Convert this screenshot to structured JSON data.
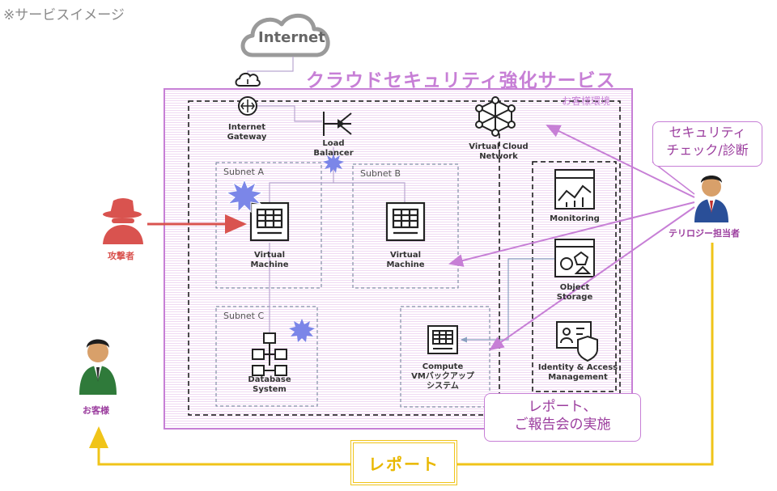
{
  "note": "※サービスイメージ",
  "cloud_label": "Internet",
  "service_title": "クラウドセキュリティ強化サービス",
  "environment_label": "お客様環境",
  "components": {
    "internet_gateway": "Internet\nGateway",
    "load_balancer": "Load\nBalancer",
    "vcn": "Virtual Cloud\nNetwork",
    "vm_a": "Virtual\nMachine",
    "vm_b": "Virtual\nMachine",
    "database": "Database\nSystem",
    "compute_backup": "Compute\nVMバックアップ\nシステム",
    "monitoring": "Monitoring",
    "object_storage": "Object\nStorage",
    "iam": "Identity & Access\nManagement"
  },
  "subnets": {
    "a": "Subnet A",
    "b": "Subnet B",
    "c": "Subnet C"
  },
  "actors": {
    "attacker": "攻撃者",
    "operator": "テリロジー担当者",
    "customer": "お客様"
  },
  "callouts": {
    "security_check": "セキュリティ\nチェック/診断",
    "report_meeting": "レポート、\nご報告会の実施"
  },
  "report_label": "レポート",
  "colors": {
    "purple": "#c77fd6",
    "attack_red": "#d9534f",
    "report_yellow": "#f0c419",
    "threat_blue": "#7b86e8"
  }
}
